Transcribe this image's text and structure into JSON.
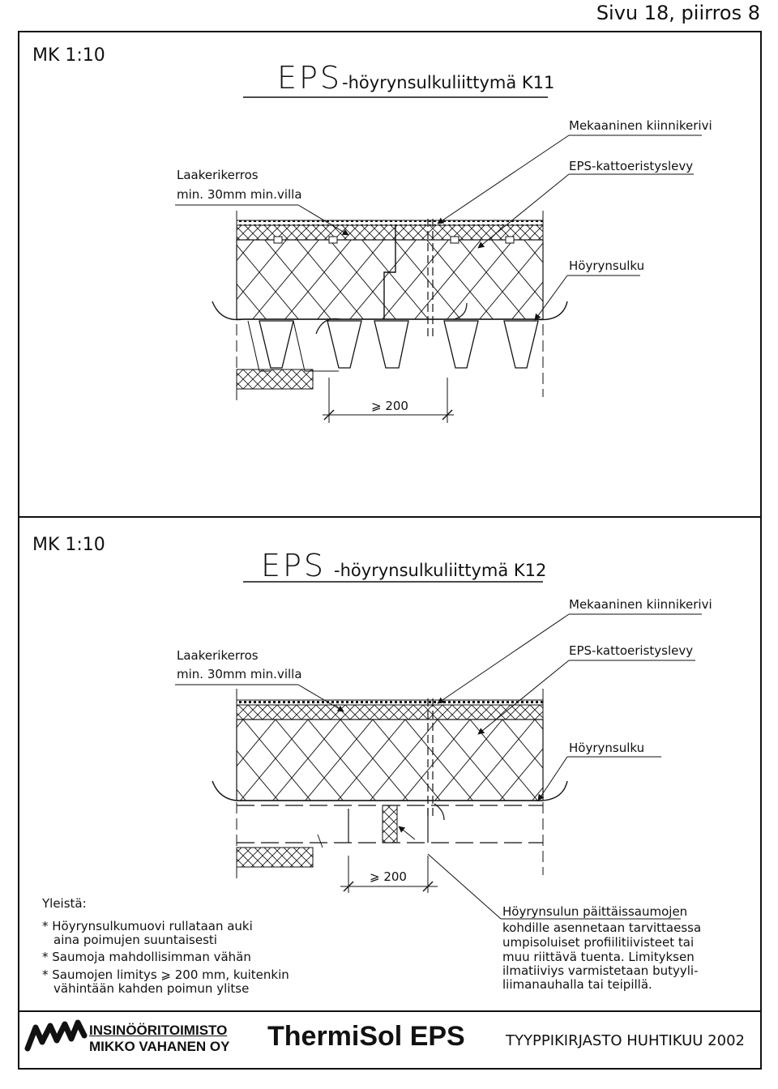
{
  "page_header": "Sivu 18, piirros 8",
  "detail_k11": {
    "scale": "MK 1:10",
    "title_big": "EPS",
    "title_rest": "-höyrynsulkuliittymä K11",
    "labels": {
      "fastener": "Mekaaninen kiinnikerivi",
      "board": "EPS-kattoeristyslevy",
      "layer_line1": "Laakerikerros",
      "layer_line2": "min. 30mm min.villa",
      "vapour": "Höyrynsulku",
      "dimension": "⩾ 200"
    }
  },
  "detail_k12": {
    "scale": "MK 1:10",
    "title_big": "EPS",
    "title_rest": "-höyrynsulkuliittymä K12",
    "labels": {
      "fastener": "Mekaaninen kiinnikerivi",
      "board": "EPS-kattoeristyslevy",
      "layer_line1": "Laakerikerros",
      "layer_line2": "min. 30mm min.villa",
      "vapour": "Höyrynsulku",
      "dimension": "⩾ 200"
    }
  },
  "notes": {
    "heading": "Yleistä:",
    "items": [
      {
        "line1": "* Höyrynsulkumuovi rullataan auki",
        "line2": "aina poimujen suuntaisesti"
      },
      {
        "line1": "* Saumoja mahdollisimman vähän",
        "line2": ""
      },
      {
        "line1": "* Saumojen limitys ⩾ 200 mm, kuitenkin",
        "line2": "vähintään kahden poimun ylitse"
      }
    ]
  },
  "side_note": {
    "lines": [
      "Höyrynsulun päittäissaumojen",
      "kohdille asennetaan tarvittaessa",
      "umpisoluiset profiilitiivisteet tai",
      "muu riittävä tuenta. Limityksen",
      "ilmatiiviys varmistetaan butyyli-",
      "liimanauhalla tai teipillä."
    ]
  },
  "footer": {
    "company_line1": "INSINÖÖRITOIMISTO",
    "company_line2": "MIKKO VAHANEN OY",
    "brand": "ThermiSol EPS",
    "library": "TYYPPIKIRJASTO HUHTIKUU 2002"
  }
}
